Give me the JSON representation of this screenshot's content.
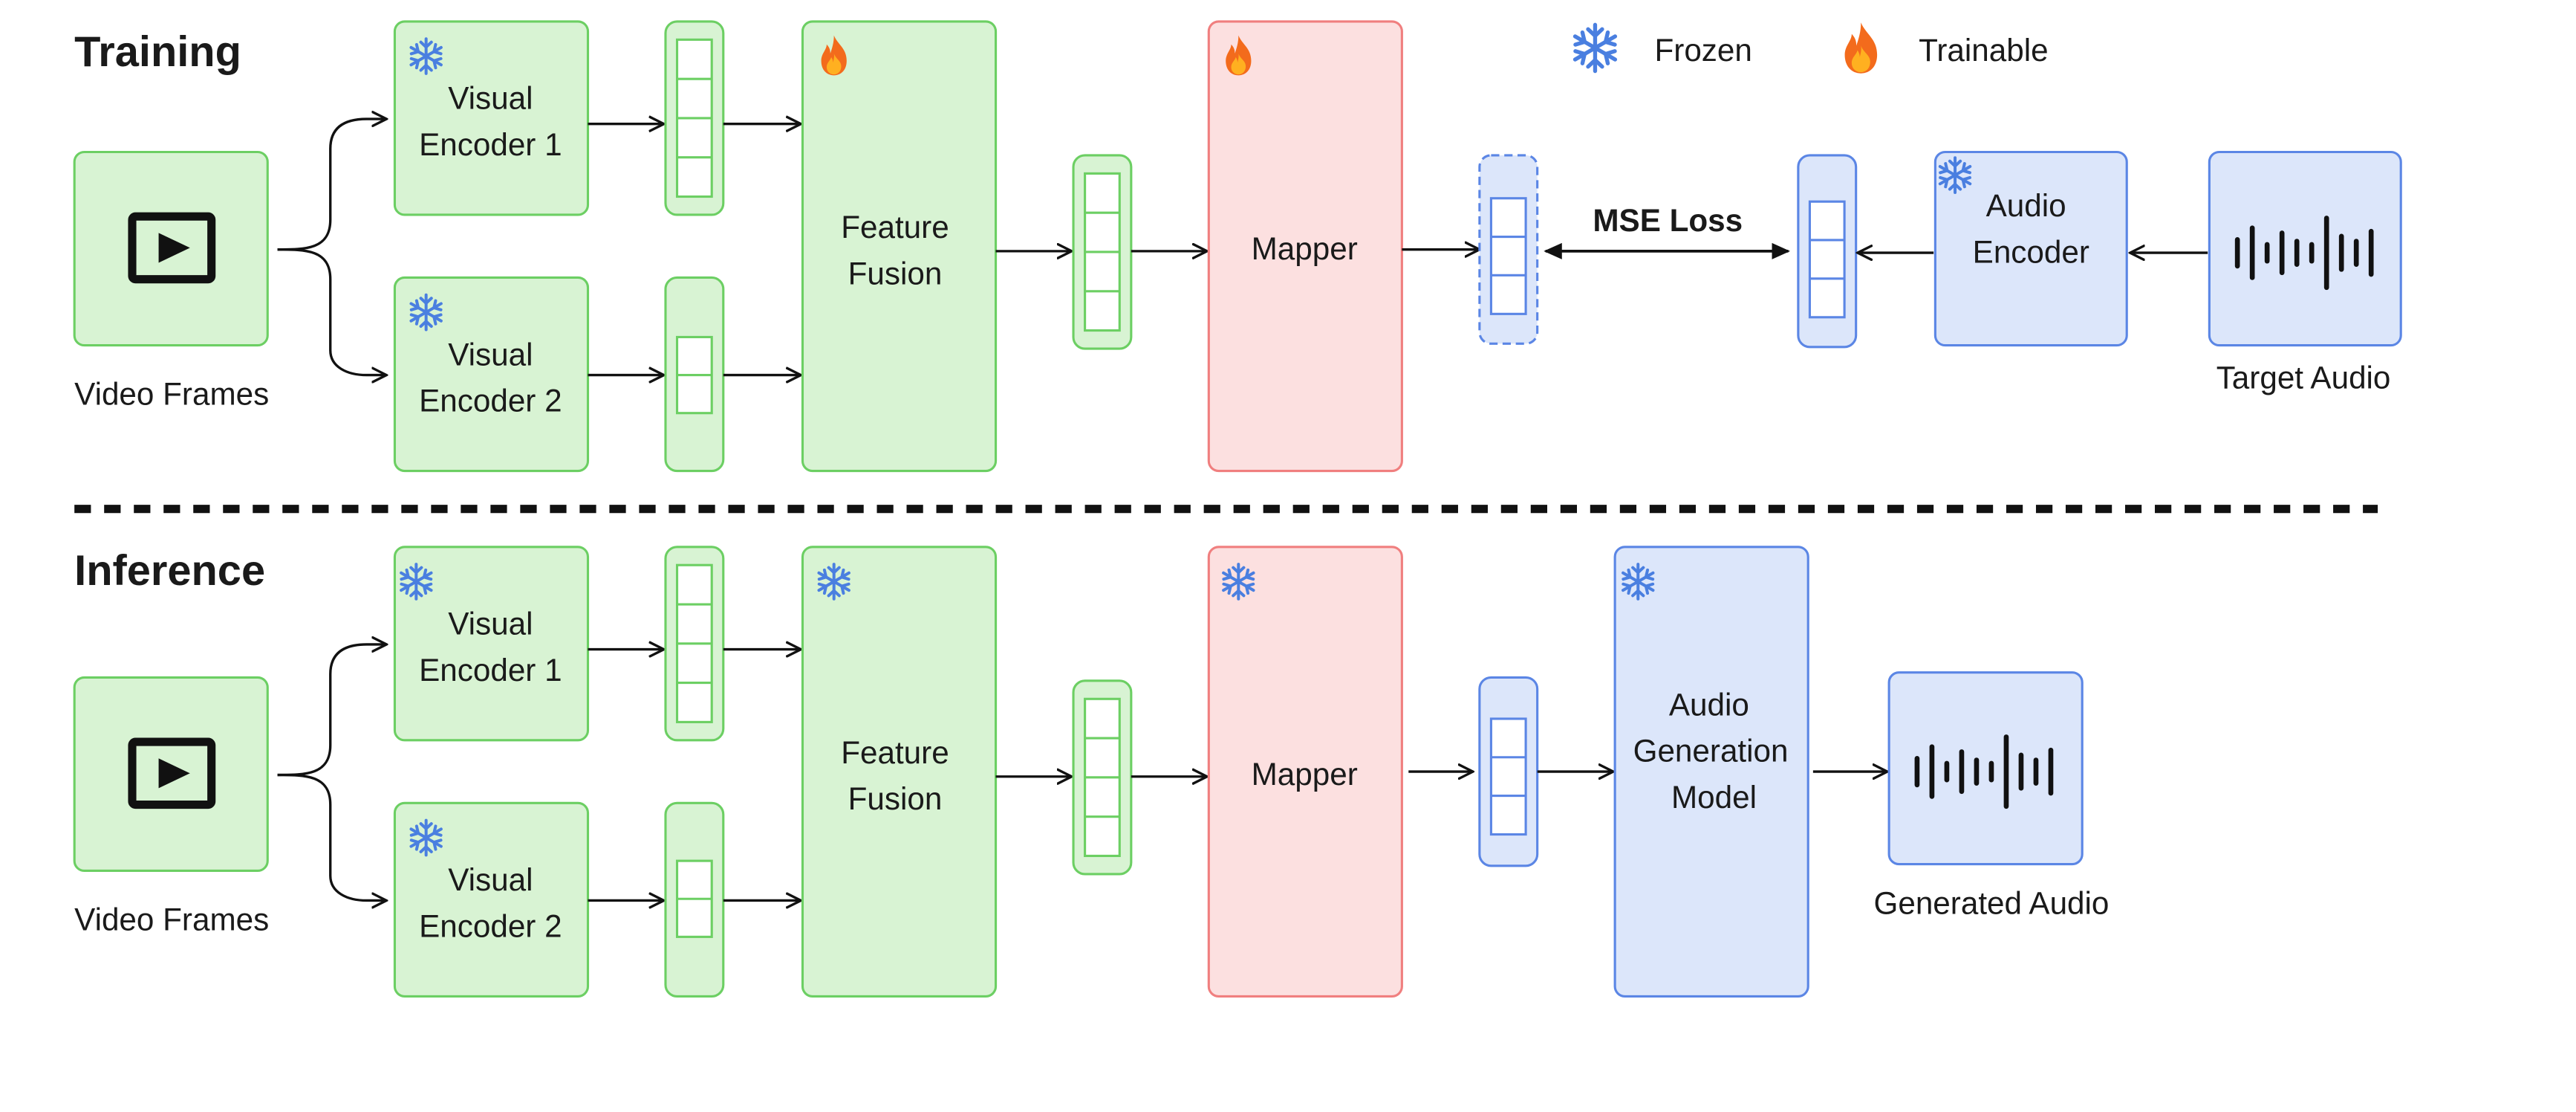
{
  "legend": {
    "frozen_label": "Frozen",
    "frozen_icon": "snowflake-icon",
    "trainable_label": "Trainable",
    "trainable_icon": "flame-icon"
  },
  "colors": {
    "green_fill": "#d8f3d3",
    "green_stroke": "#6ccf63",
    "red_fill": "#fce0e0",
    "red_stroke": "#f07f7f",
    "blue_fill": "#dce6fa",
    "blue_stroke": "#5b86e5",
    "snowflake": "#4a7fe0",
    "flame_outer": "#f36b1c",
    "flame_inner": "#ffb020"
  },
  "training": {
    "title": "Training",
    "video_label": "Video Frames",
    "video_icon": "play-icon",
    "encoder1": [
      "Visual",
      "Encoder 1"
    ],
    "encoder2": [
      "Visual",
      "Encoder 2"
    ],
    "fusion": [
      "Feature",
      "Fusion"
    ],
    "mapper": "Mapper",
    "loss_label": "MSE Loss",
    "audio_encoder": [
      "Audio",
      "Encoder"
    ],
    "target_label": "Target Audio",
    "waveform_icon": "waveform-icon"
  },
  "inference": {
    "title": "Inference",
    "video_label": "Video Frames",
    "video_icon": "play-icon",
    "encoder1": [
      "Visual",
      "Encoder 1"
    ],
    "encoder2": [
      "Visual",
      "Encoder 2"
    ],
    "fusion": [
      "Feature",
      "Fusion"
    ],
    "mapper": "Mapper",
    "generator": [
      "Audio",
      "Generation",
      "Model"
    ],
    "output_label": "Generated Audio",
    "waveform_icon": "waveform-icon"
  }
}
